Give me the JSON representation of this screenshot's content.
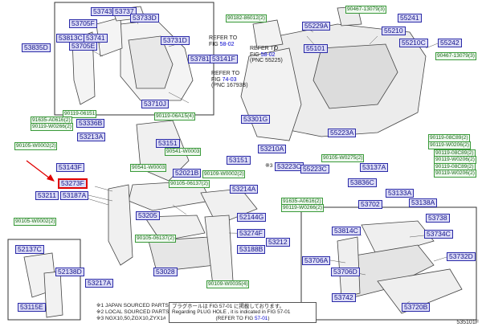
{
  "top": {
    "p53743": "53743",
    "p53737": "53737",
    "p53733D": "53733D",
    "p53705F": "53705F",
    "p53813C": "53813C",
    "p53741": "53741",
    "p53705E": "53705E",
    "p53731D": "53731D",
    "p53835D": "53835D",
    "p53710J": "53710J",
    "p53781": "53781",
    "p90182_86012": "90182-86012(2)",
    "ref1": {
      "a": "REFER TO",
      "b": "FIG",
      "link": "58-02"
    },
    "ref2": {
      "a": "REFER TO",
      "b": "FIG",
      "link": "58-02",
      "c": "(PNC 55225)"
    },
    "p55229A": "55229A",
    "p55101": "55101",
    "p90467_13079a": "90467-13079(3)",
    "p55241": "55241",
    "p55210": "55210",
    "p55210C": "55210C",
    "p55242": "55242",
    "p90467_13079b": "90467-13079(3)",
    "p53141F": "53141F",
    "ref3": {
      "a": "REFER TO",
      "b": "FIG",
      "link": "74-03",
      "c": "(PNC 16793B)"
    }
  },
  "middle": {
    "p90119_06151": "90119-06151",
    "p91635_A0616": "91635-A0616(2)",
    "p90119_W0266a": "90119-W0266(2)",
    "p53336B": "53336B",
    "p90119_06A15": "90119-06A15(4)",
    "p53301G": "53301G",
    "p53213A": "53213A",
    "p90105_W0002a": "90105-W0002(2)",
    "p55223A": "55223A",
    "p53151a": "53151",
    "p90541_W0003a": "90541-W0003",
    "p53210A": "53210A",
    "p90105_W0275": "90105-W0275(2)",
    "p53151b": "53151",
    "p53137A": "53137A",
    "p90119_08C89a": "90119-08C89(2)",
    "p90119_W0206a": "90119-W0206(2)",
    "p90119_08C89b": "90119-08C89(2)",
    "p90119_W0206b": "90119-W0206(2)",
    "p90119_08C89c": "90119-08C89(2)",
    "p90119_W0206c": "90119-W0206(2)",
    "p53143F": "53143F",
    "p90541_W0003b": "90541-W0003",
    "p53223C": "53223C",
    "p55223C": "55223C",
    "p53273F": "53273F",
    "p53187A": "53187A",
    "p53211": "53211",
    "p52021B": "52021B",
    "p90109_W0002b": "90109-W0002(2)",
    "p90105_06137a": "90105-06137(2)",
    "p53214A": "53214A",
    "p53836C": "53836C",
    "p53133A": "53133A",
    "p53138A": "53138A",
    "p53702": "53702",
    "p91635_A0616b": "91635-A0616(2)",
    "p90119_W0266b": "90119-W0266(2)"
  },
  "bottom": {
    "p90105_W0002c": "90105-W0002(2)",
    "p53205": "53205",
    "p52144G": "52144G",
    "p53738": "53738",
    "p52137C": "52137C",
    "p53274F": "53274F",
    "p53814C": "53814C",
    "p53734C": "53734C",
    "p90105_06137b": "90105-06137(2)",
    "p53212": "53212",
    "p53188B": "53188B",
    "p53706A": "53706A",
    "p52138D": "52138D",
    "p53732D": "53732D",
    "p53706D": "53706D",
    "p53217A": "53217A",
    "p53028": "53028",
    "p90109_W0035": "90109-W0035(4)",
    "p53115E": "53115E",
    "p53742": "53742",
    "p53720B": "53720B"
  },
  "notes": {
    "n1": "※1 JAPAN SOURCED PARTS",
    "n2": "※2 LOCAL SOURCED PARTS",
    "n3": "※3 NGX10,50,ZGX10,ZYX1#"
  },
  "plug_note": {
    "jp": "プラグホールは FIG 57-01 に掲載しております。",
    "en": "Regarding PLUG HOLE , it is indicated in FIG 57-01",
    "ref": "(REFER TO FIG",
    "link": "57-01",
    "close": ")"
  },
  "fig_number": "535101F",
  "colors": {
    "callout_border": "#2a2aa8",
    "callout_fill": "#dcdcf6",
    "highlight": "#e00000",
    "hw_border": "#3a9a3a"
  },
  "icons": {
    "arrow": "red-pointer-arrow"
  }
}
